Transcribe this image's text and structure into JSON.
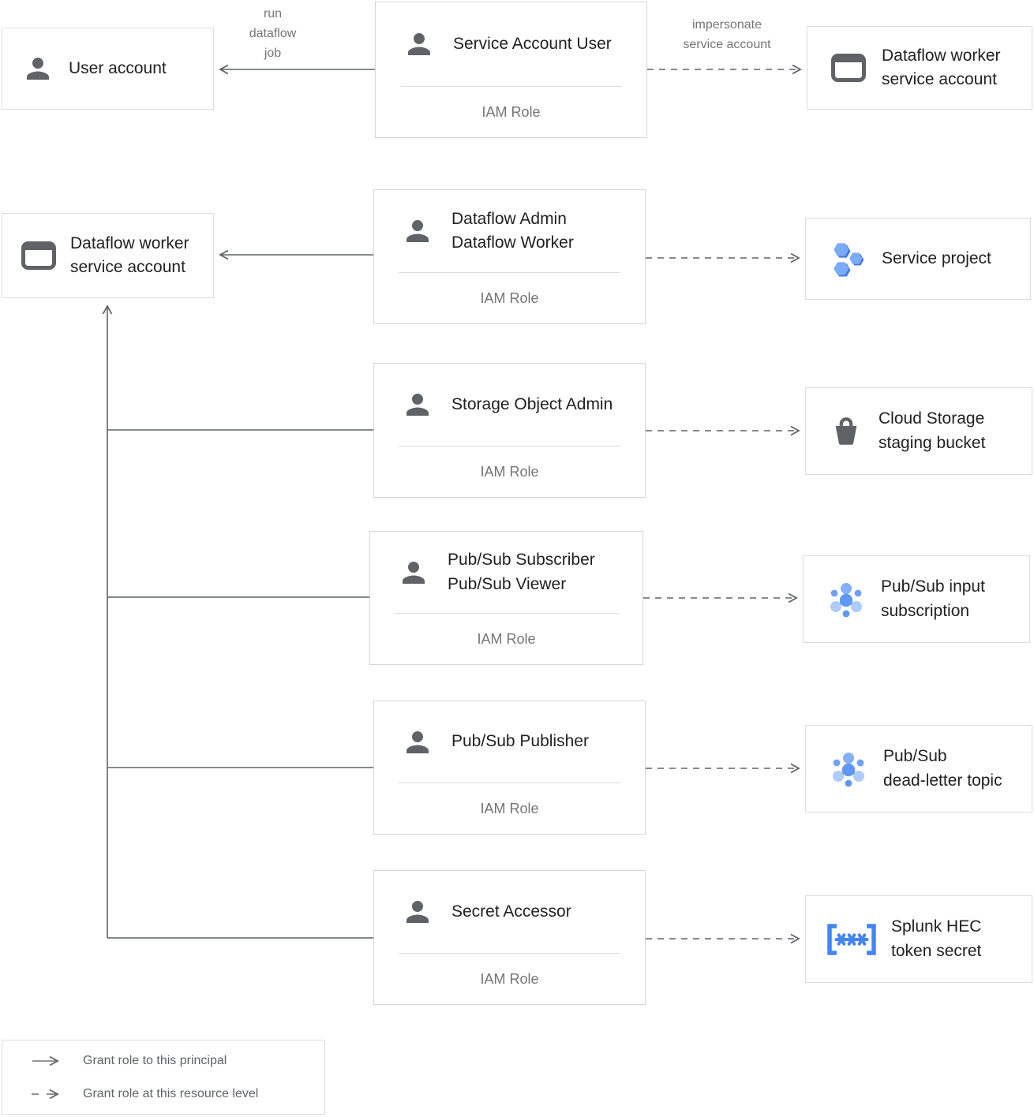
{
  "diagram": {
    "boxes": {
      "user_account": "User account",
      "dataflow_worker_sa_top": "Dataflow worker\nservice account",
      "dataflow_worker_sa_left": "Dataflow worker\nservice account",
      "service_project": "Service project",
      "cloud_storage_bucket": "Cloud Storage\nstaging bucket",
      "pubsub_input_subscription": "Pub/Sub input\nsubscription",
      "pubsub_dead_letter_topic": "Pub/Sub\ndead-letter topic",
      "splunk_hec_secret": "Splunk HEC\ntoken secret"
    },
    "roles": {
      "service_account_user": {
        "title": "Service Account User",
        "subtitle": "IAM Role"
      },
      "dataflow_admin_worker": {
        "title": "Dataflow Admin\nDataflow Worker",
        "subtitle": "IAM Role"
      },
      "storage_object_admin": {
        "title": "Storage Object Admin",
        "subtitle": "IAM Role"
      },
      "pubsub_subscriber_viewer": {
        "title": "Pub/Sub Subscriber\nPub/Sub Viewer",
        "subtitle": "IAM Role"
      },
      "pubsub_publisher": {
        "title": "Pub/Sub Publisher",
        "subtitle": "IAM Role"
      },
      "secret_accessor": {
        "title": "Secret Accessor",
        "subtitle": "IAM Role"
      }
    },
    "edge_labels": {
      "run_dataflow_job": "run\ndataflow\njob",
      "impersonate_service_account": "impersonate\nservice account"
    },
    "legend": {
      "solid_arrow": "Grant role to this principal",
      "dashed_arrow": "Grant role at this resource level"
    },
    "icons": {
      "user_account": "person-icon",
      "iam_role": "person-icon",
      "service_account": "service-account-card-icon",
      "service_project": "project-hexagons-icon",
      "cloud_storage": "storage-bucket-icon",
      "pubsub": "pubsub-topology-icon",
      "secret": "secret-asterisks-icon"
    },
    "colors": {
      "box_border": "#dadce0",
      "role_box_border": "#d5d5d5",
      "connector_gray": "#5f6368",
      "text_primary": "#212121",
      "text_secondary": "#757575",
      "icon_gray": "#5f6368",
      "gcp_blue": "#4285f4",
      "blue_mid": "#669df6",
      "blue_light": "#aecbfa"
    }
  }
}
